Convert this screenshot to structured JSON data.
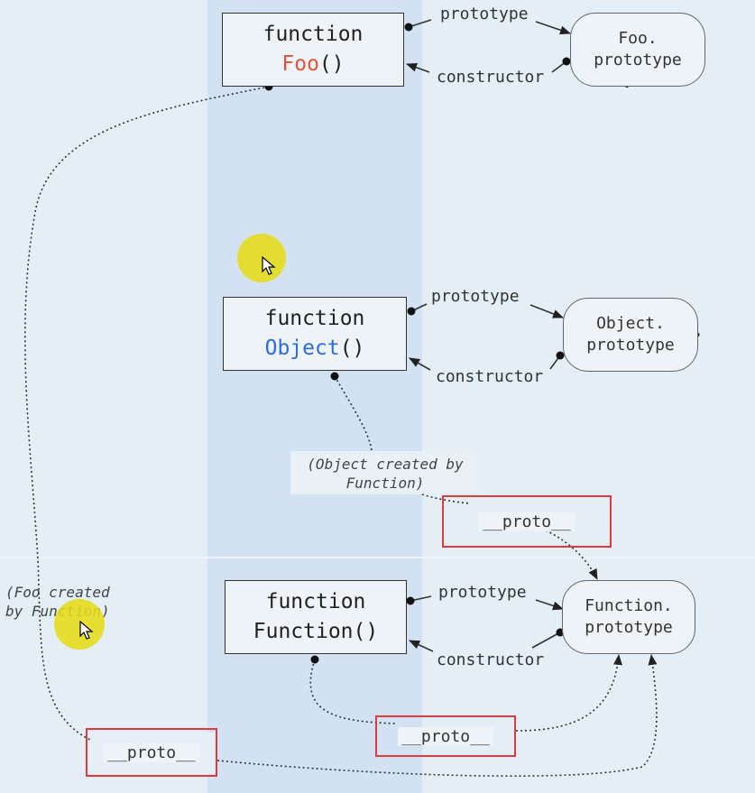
{
  "functions": [
    {
      "keyword": "function",
      "name": "Foo",
      "parens": "()",
      "name_color": "#e0533e"
    },
    {
      "keyword": "function",
      "name": "Object",
      "parens": "()",
      "name_color": "#2f6be0"
    },
    {
      "keyword": "function",
      "name": "Function",
      "parens": "()",
      "name_color": "#222222"
    }
  ],
  "prototypes": [
    {
      "line1": "Foo.",
      "line2": "prototype"
    },
    {
      "line1": "Object.",
      "line2": "prototype"
    },
    {
      "line1": "Function.",
      "line2": "prototype"
    }
  ],
  "edge_labels": {
    "prototype": "prototype",
    "constructor": "constructor"
  },
  "notes": {
    "object_created": {
      "line1": "(Object created by",
      "line2": "Function)"
    },
    "foo_created": {
      "line1": "(Foo created",
      "line2": "by Function)"
    }
  },
  "proto_label": "__proto__",
  "colors": {
    "highlight_border": "#e03a3a",
    "cursor_highlight": "#e6dc16"
  }
}
